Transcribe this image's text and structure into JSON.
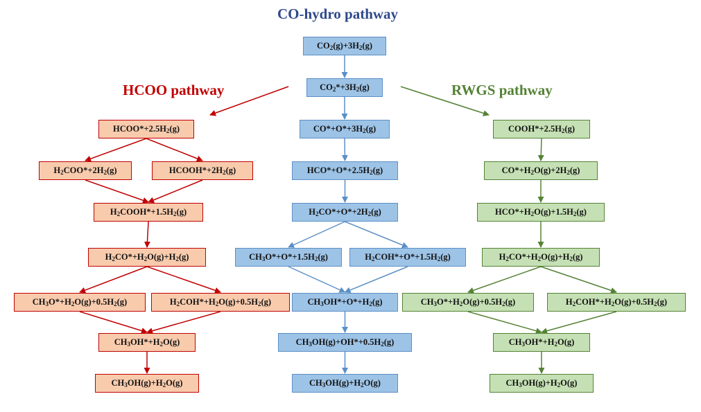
{
  "colors": {
    "co_title": "#2e4a8b",
    "hcoo_title": "#c00000",
    "rwgs_title": "#548235",
    "co_fill": "#9dc3e6",
    "co_border": "#5b8fc7",
    "hcoo_fill": "#f8cbad",
    "hcoo_border": "#c00000",
    "rwgs_fill": "#c5e0b4",
    "rwgs_border": "#548235"
  },
  "titles": {
    "co": "CO-hydro pathway",
    "hcoo": "HCOO pathway",
    "rwgs": "RWGS pathway"
  },
  "nodes": {
    "co1": "CO_2(g)+3H_2(g)",
    "co2": "CO_2*+3H_2(g)",
    "co3": "CO*+O*+3H_2(g)",
    "co4": "HCO*+O*+2.5H_2(g)",
    "co5": "H_2CO*+O*+2H_2(g)",
    "co6": "CH_3O*+O*+1.5H_2(g)",
    "co7": "H_2COH*+O*+1.5H_2(g)",
    "co8": "CH_3OH*+O*+H_2(g)",
    "co9": "CH_3OH(g)+OH*+0.5H_2(g)",
    "co10": "CH_3OH(g)+H_2O(g)",
    "h1": "HCOO*+2.5H_2(g)",
    "h2": "H_2COO*+2H_2(g)",
    "h3": "HCOOH*+2H_2(g)",
    "h4": "H_2COOH*+1.5H_2(g)",
    "h5": "H_2CO*+H_2O(g)+H_2(g)",
    "h6": "CH_3O*+H_2O(g)+0.5H_2(g)",
    "h7": "H_2COH*+H_2O(g)+0.5H_2(g)",
    "h8": "CH_3OH*+H_2O(g)",
    "h9": "CH_3OH(g)+H_2O(g)",
    "r1": "COOH*+2.5H_2(g)",
    "r2": "CO*+H_2O(g)+2H_2(g)",
    "r3": "HCO*+H_2O(g)+1.5H_2(g)",
    "r4": "H_2CO*+H_2O(g)+H_2(g)",
    "r5": "CH_3O*+H_2O(g)+0.5H_2(g)",
    "r6": "H_2COH*+H_2O(g)+0.5H_2(g)",
    "r7": "CH_3OH*+H_2O(g)",
    "r8": "CH_3OH(g)+H_2O(g)"
  },
  "edges": [
    [
      "co1",
      "co2",
      "co"
    ],
    [
      "co2",
      "co3",
      "co"
    ],
    [
      "co3",
      "co4",
      "co"
    ],
    [
      "co4",
      "co5",
      "co"
    ],
    [
      "co5",
      "co6",
      "co"
    ],
    [
      "co5",
      "co7",
      "co"
    ],
    [
      "co6",
      "co8",
      "co"
    ],
    [
      "co7",
      "co8",
      "co"
    ],
    [
      "co8",
      "co9",
      "co"
    ],
    [
      "co9",
      "co10",
      "co"
    ],
    [
      "h1",
      "h2",
      "hcoo"
    ],
    [
      "h1",
      "h3",
      "hcoo"
    ],
    [
      "h2",
      "h4",
      "hcoo"
    ],
    [
      "h3",
      "h4",
      "hcoo"
    ],
    [
      "h4",
      "h5",
      "hcoo"
    ],
    [
      "h5",
      "h6",
      "hcoo"
    ],
    [
      "h5",
      "h7",
      "hcoo"
    ],
    [
      "h6",
      "h8",
      "hcoo"
    ],
    [
      "h7",
      "h8",
      "hcoo"
    ],
    [
      "h8",
      "h9",
      "hcoo"
    ],
    [
      "r1",
      "r2",
      "rwgs"
    ],
    [
      "r2",
      "r3",
      "rwgs"
    ],
    [
      "r3",
      "r4",
      "rwgs"
    ],
    [
      "r4",
      "r5",
      "rwgs"
    ],
    [
      "r4",
      "r6",
      "rwgs"
    ],
    [
      "r5",
      "r7",
      "rwgs"
    ],
    [
      "r6",
      "r7",
      "rwgs"
    ],
    [
      "r7",
      "r8",
      "rwgs"
    ]
  ]
}
